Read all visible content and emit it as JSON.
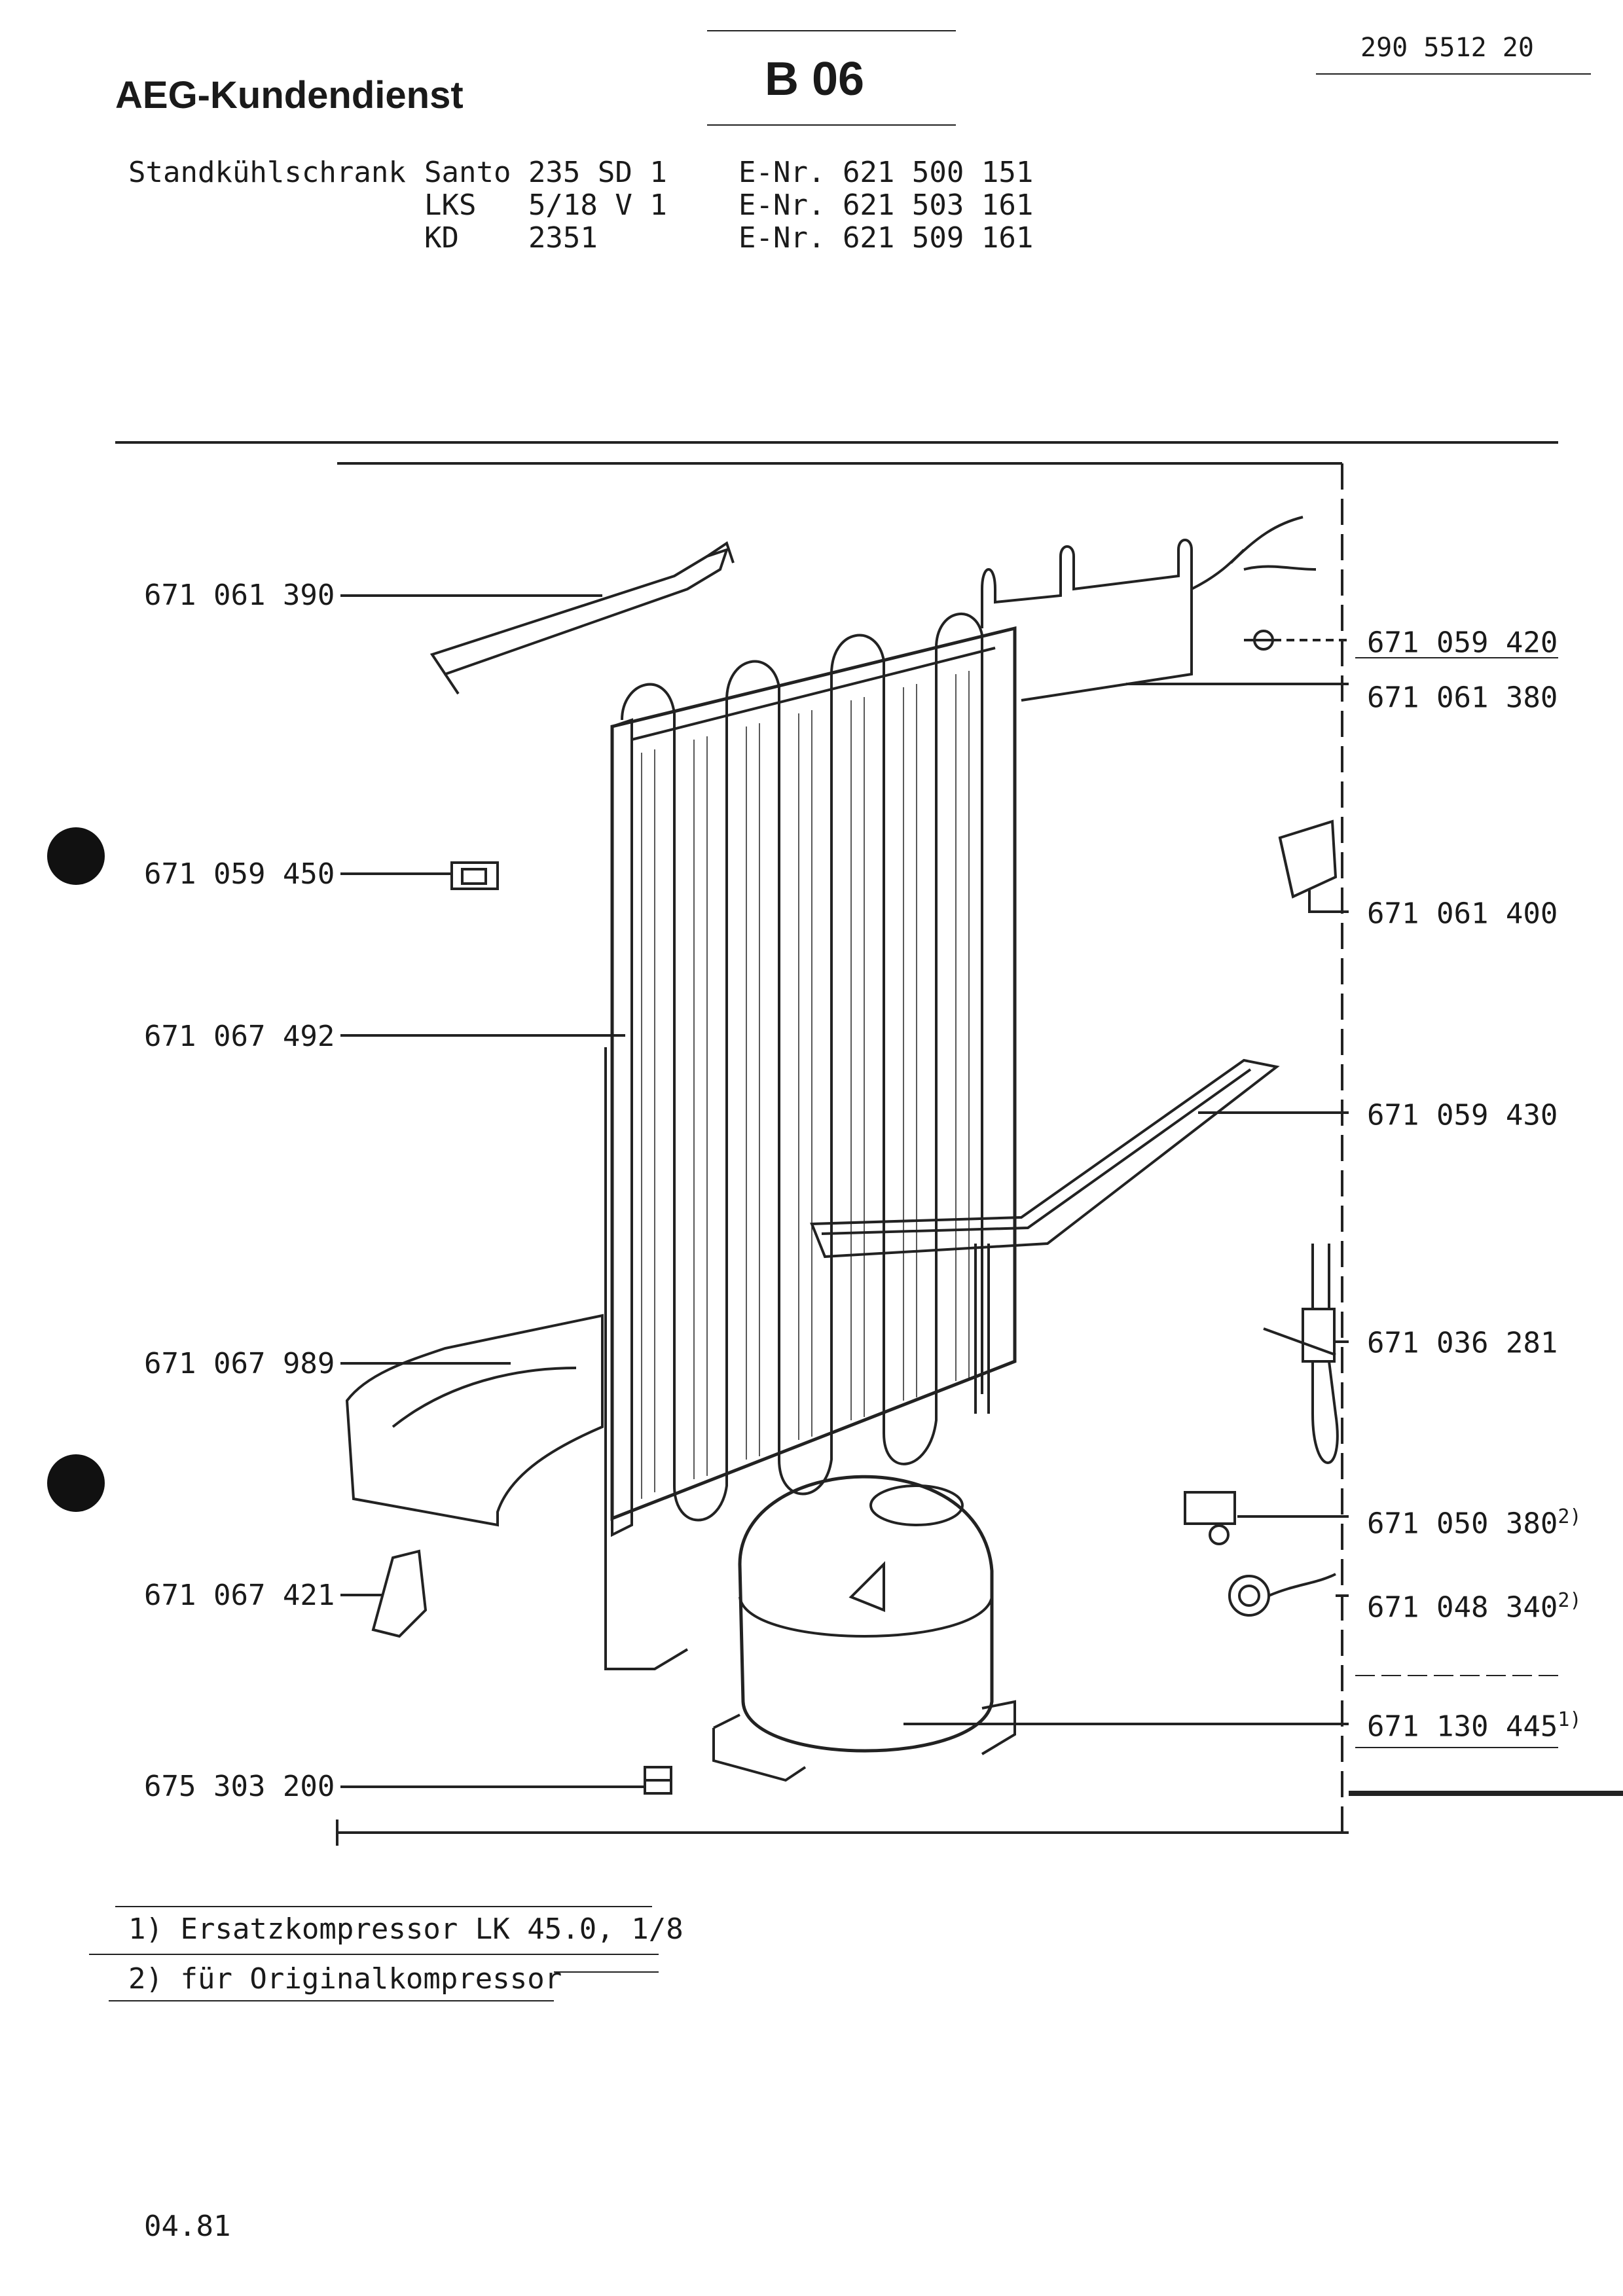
{
  "header": {
    "brand": "AEG-Kundendienst",
    "section_code": "B 06",
    "doc_number": "290 5512 20"
  },
  "product": {
    "type": "Standkühlschrank",
    "models": [
      {
        "model": "Santo 235 SD 1",
        "enr": "E-Nr. 621 500 151"
      },
      {
        "model": "LKS   5/18 V 1",
        "enr": "E-Nr. 621 503 161"
      },
      {
        "model": "KD    2351",
        "enr": "E-Nr. 621 509 161"
      }
    ]
  },
  "parts_left": [
    "671 061 390",
    "671 059 450",
    "671 067 492",
    "671 067 989",
    "671 067 421",
    "675 303 200"
  ],
  "parts_right": [
    {
      "number": "671 059 420",
      "note": ""
    },
    {
      "number": "671 061 380",
      "note": ""
    },
    {
      "number": "671 061 400",
      "note": ""
    },
    {
      "number": "671 059 430",
      "note": ""
    },
    {
      "number": "671 036 281",
      "note": ""
    },
    {
      "number": "671 050 380",
      "note": "2)"
    },
    {
      "number": "671 048 340",
      "note": "2)"
    },
    {
      "number": "671 130 445",
      "note": "1)"
    }
  ],
  "footnotes": [
    "1) Ersatzkompressor LK 45.0, 1/8",
    "2) für Originalkompressor"
  ],
  "date": "04.81"
}
